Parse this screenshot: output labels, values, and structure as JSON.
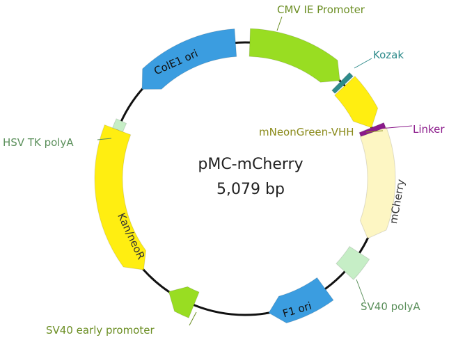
{
  "plasmid": {
    "name": "pMC-mCherry",
    "size": "5,079 bp"
  },
  "features": [
    {
      "id": "cmv",
      "label": "CMV IE Promoter",
      "color": "#99dd22",
      "label_color": "#6b8e23"
    },
    {
      "id": "kozak",
      "label": "Kozak",
      "color": "#2e8b8b",
      "label_color": "#2e8b8b"
    },
    {
      "id": "mneongreen",
      "label": "mNeonGreen-VHH",
      "color": "#ffee11",
      "label_color": "#8a8a1a"
    },
    {
      "id": "linker",
      "label": "Linker",
      "color": "#8b1a8b",
      "label_color": "#8b1a8b"
    },
    {
      "id": "mcherry",
      "label": "mCherry",
      "color": "#fdf6c3",
      "label_color": "#333333"
    },
    {
      "id": "sv40polya",
      "label": "SV40 polyA",
      "color": "#c6eec6",
      "label_color": "#5a8f5a"
    },
    {
      "id": "f1ori",
      "label": "F1 ori",
      "color": "#3b9de0",
      "label_color": "#111111"
    },
    {
      "id": "sv40early",
      "label": "SV40 early promoter",
      "color": "#99dd22",
      "label_color": "#6b8e23"
    },
    {
      "id": "kanneor",
      "label": "Kan/neoR",
      "color": "#ffee11",
      "label_color": "#333333"
    },
    {
      "id": "hsvtk",
      "label": "HSV TK polyA",
      "color": "#c6eec6",
      "label_color": "#5a8f5a"
    },
    {
      "id": "cole1",
      "label": "ColE1 ori",
      "color": "#3b9de0",
      "label_color": "#111111"
    }
  ]
}
